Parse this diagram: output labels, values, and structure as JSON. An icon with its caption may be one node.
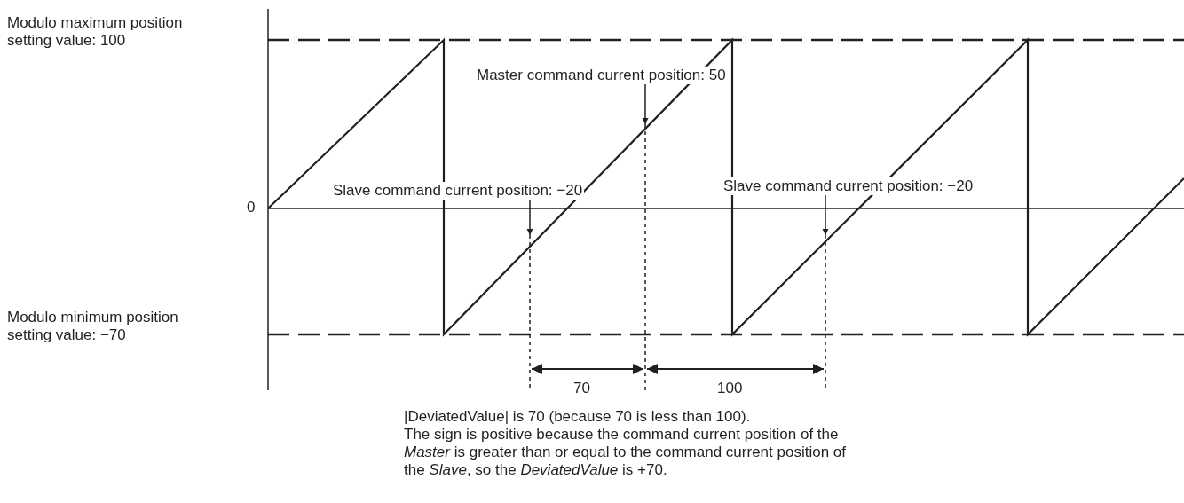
{
  "diagram": {
    "nodes": [
      {
        "text": [
          "Master command current position: 50"
        ]
      },
      {
        "text": [
          "Slave command current position: −20"
        ]
      },
      {
        "text": [
          "Slave command current position: −20"
        ]
      }
    ],
    "edges": [
      {
        "from": 0,
        "to": null,
        "arrow": "to"
      },
      {
        "from": 1,
        "to": null,
        "arrow": "to"
      },
      {
        "from": 2,
        "to": null,
        "arrow": "to"
      }
    ],
    "labels": [
      "Modulo maximum position setting value: 100",
      "0",
      "Modulo minimum position setting value: −70",
      "70",
      "100",
      "|DeviatedValue| is 70 (because 70 is less than 100).",
      "The sign is positive because the command current position of the *Master* is greater than or equal to the command current position of the *Slave*, so the *DeviatedValue* is +70."
    ]
  }
}
